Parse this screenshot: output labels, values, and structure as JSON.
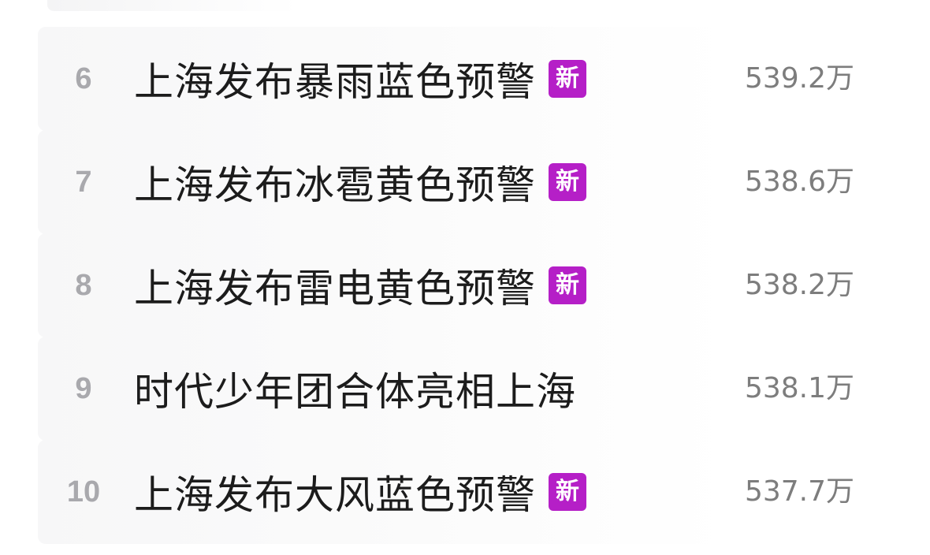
{
  "hot_list": {
    "rows": [
      {
        "rank": "6",
        "title": "上海发布暴雨蓝色预警",
        "badge": "新",
        "count": "539.2万"
      },
      {
        "rank": "7",
        "title": "上海发布冰雹黄色预警",
        "badge": "新",
        "count": "538.6万"
      },
      {
        "rank": "8",
        "title": "上海发布雷电黄色预警",
        "badge": "新",
        "count": "538.2万"
      },
      {
        "rank": "9",
        "title": "时代少年团合体亮相上海",
        "badge": "",
        "count": "538.1万"
      },
      {
        "rank": "10",
        "title": "上海发布大风蓝色预警",
        "badge": "新",
        "count": "537.7万"
      }
    ]
  },
  "colors": {
    "badge_new": "#b51fc7",
    "rank_text": "#a9a9ad",
    "count_text": "#7d7d7d"
  }
}
